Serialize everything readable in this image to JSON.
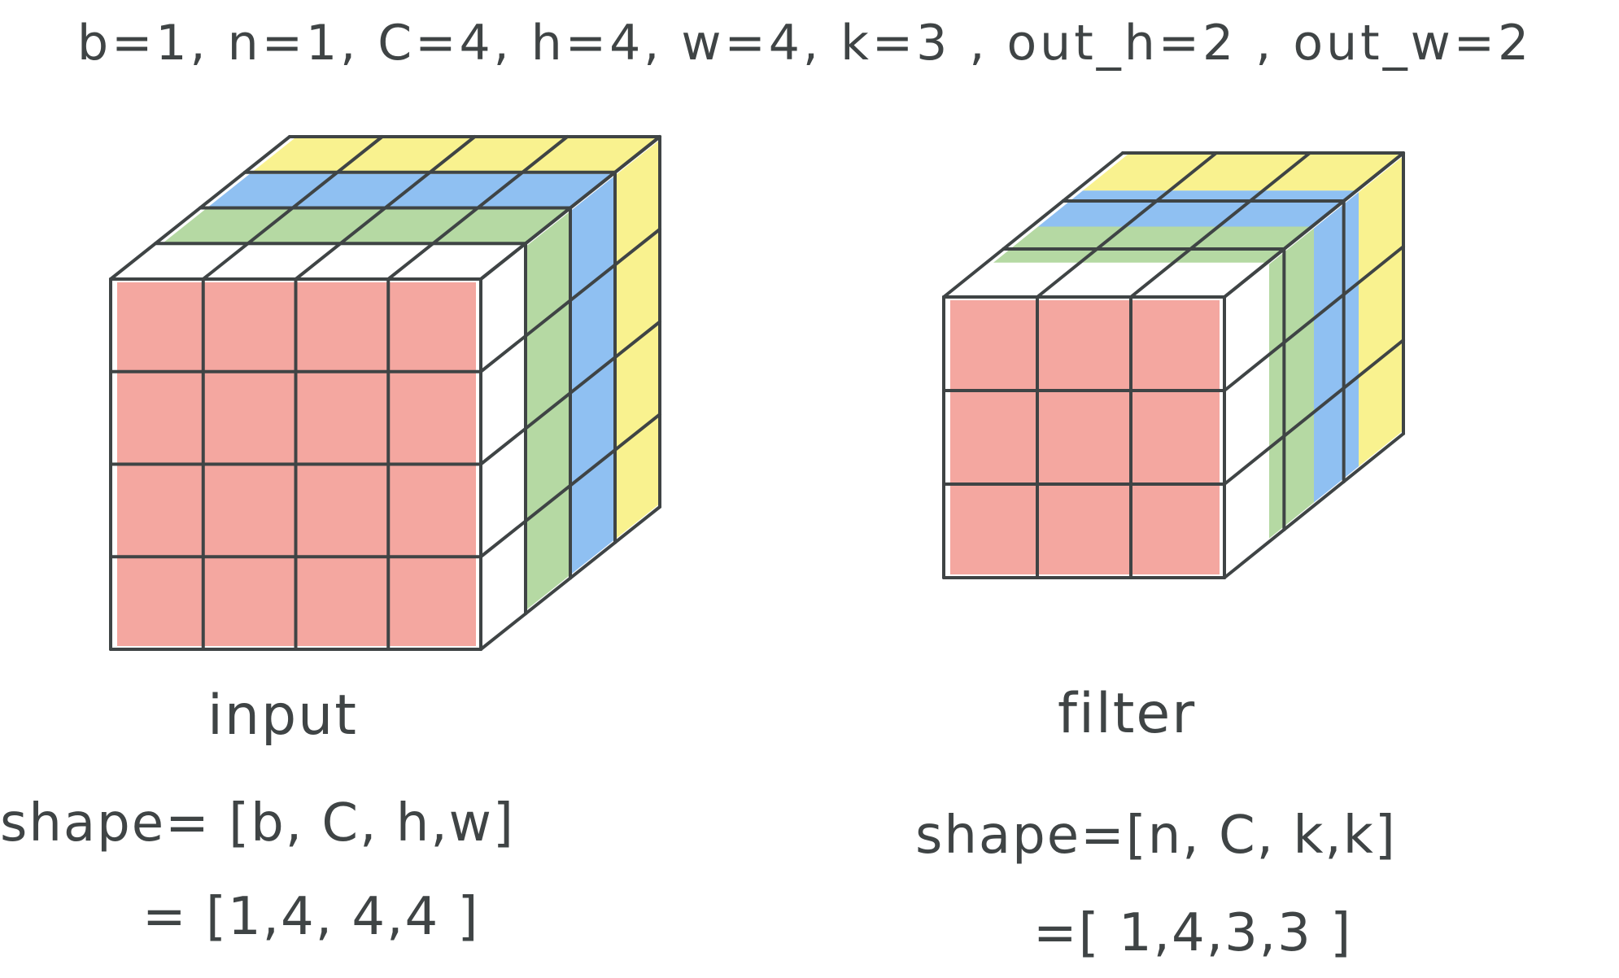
{
  "header": {
    "params": "b=1, n=1, C=4, h=4, w=4, k=3 , out_h=2 , out_w=2"
  },
  "input_block": {
    "title": "input",
    "shape_formula": "shape= [b, C, h,w]",
    "shape_value": "= [1,4, 4,4 ]"
  },
  "filter_block": {
    "title": "filter",
    "shape_formula": "shape=[n, C, k,k]",
    "shape_value": "=[ 1,4,3,3 ]"
  },
  "colors": {
    "channel_1": "#f4a7a0",
    "channel_2": "#b5d9a3",
    "channel_3": "#8fc0f2",
    "channel_4": "#f9f28f",
    "grid_line": "#3f4445"
  },
  "cubes": [
    {
      "name": "input",
      "grid": 4,
      "channels": 4
    },
    {
      "name": "filter",
      "grid": 3,
      "channels": 4
    }
  ]
}
